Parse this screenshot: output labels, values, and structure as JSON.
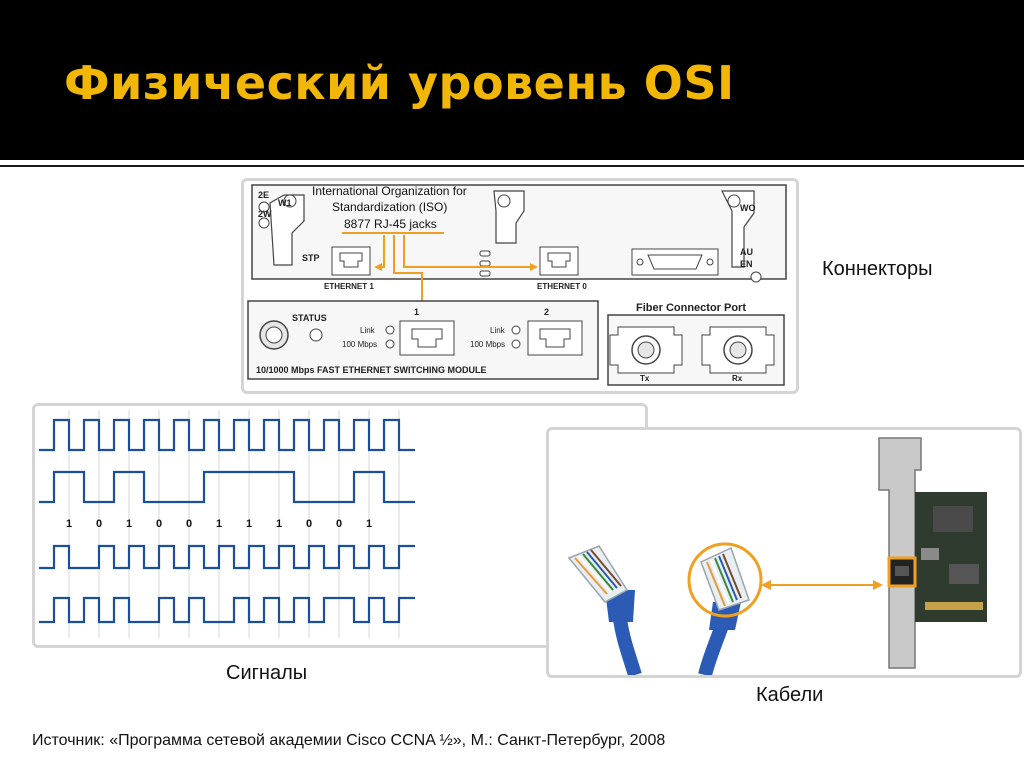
{
  "slide": {
    "title": "Физический уровень OSI",
    "source": "Источник: «Программа сетевой академии Cisco CCNA ½», М.: Санкт-Петербург, 2008"
  },
  "labels": {
    "connectors": "Коннекторы",
    "signals": "Сигналы",
    "cables": "Кабели"
  },
  "router_panel": {
    "callout_line1": "International Organization for",
    "callout_line2": "Standardization (ISO)",
    "callout_line3": "8877 RJ-45 jacks",
    "switch_2e": "2E",
    "switch_w1": "W1",
    "switch_2w": "2W",
    "stp": "STP",
    "ethernet1": "ETHERNET 1",
    "ethernet0": "ETHERNET 0",
    "wo": "WO",
    "au": "AU",
    "en": "EN",
    "status": "STATUS",
    "port1": "1",
    "port2": "2",
    "link": "Link",
    "mbps100": "100 Mbps",
    "module": "10/1000 Mbps FAST ETHERNET SWITCHING MODULE",
    "fiber_port": "Fiber Connector Port",
    "tx": "Tx",
    "rx": "Rx"
  },
  "signals_panel": {
    "bits": [
      "1",
      "0",
      "1",
      "0",
      "0",
      "1",
      "1",
      "1",
      "0",
      "0",
      "1"
    ]
  },
  "colors": {
    "title": "#f2b705",
    "header_bg": "#000000",
    "signal": "#1b4f9c",
    "callout": "#f0a020",
    "cable": "#2b5bb5"
  }
}
